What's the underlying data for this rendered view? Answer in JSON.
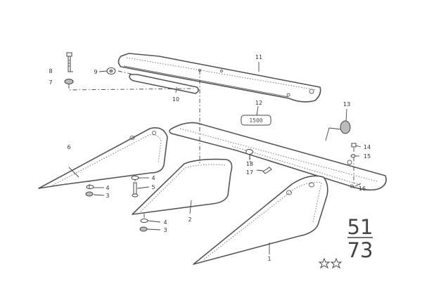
{
  "diagram": {
    "callouts": [
      {
        "id": "1",
        "label": "1"
      },
      {
        "id": "2",
        "label": "2"
      },
      {
        "id": "3a",
        "label": "3"
      },
      {
        "id": "3b",
        "label": "3"
      },
      {
        "id": "4a",
        "label": "4"
      },
      {
        "id": "4b",
        "label": "4"
      },
      {
        "id": "4c",
        "label": "4"
      },
      {
        "id": "5",
        "label": "5"
      },
      {
        "id": "6",
        "label": "6"
      },
      {
        "id": "7",
        "label": "7"
      },
      {
        "id": "8",
        "label": "8"
      },
      {
        "id": "9",
        "label": "9"
      },
      {
        "id": "10",
        "label": "10"
      },
      {
        "id": "11",
        "label": "11"
      },
      {
        "id": "12",
        "label": "12"
      },
      {
        "id": "13",
        "label": "13"
      },
      {
        "id": "14",
        "label": "14"
      },
      {
        "id": "15",
        "label": "15"
      },
      {
        "id": "16",
        "label": "16"
      },
      {
        "id": "17",
        "label": "17"
      },
      {
        "id": "18",
        "label": "18"
      }
    ],
    "plate_text": "1500",
    "code_top": "51",
    "code_bottom": "73",
    "icon_names": [
      "star-icon",
      "star-icon"
    ]
  }
}
